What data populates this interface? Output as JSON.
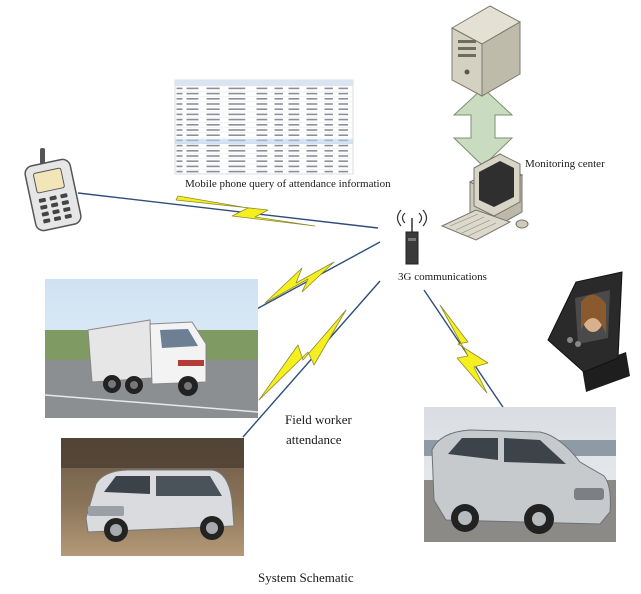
{
  "labels": {
    "monitoring_center": "Monitoring center",
    "mobile_query": "Mobile phone query of attendance information",
    "communications": "3G communications",
    "field_worker_line1": "Field worker",
    "field_worker_line2": "attendance",
    "caption": "System Schematic"
  },
  "icons": {
    "server": "server-icon",
    "computer": "computer-icon",
    "phone": "mobile-phone-icon",
    "antenna": "antenna-icon",
    "terminal": "face-recognition-terminal-icon",
    "arrow": "double-arrow-icon",
    "lightning": "lightning-bolt-icon"
  },
  "colors": {
    "lightning": "#f5ef1f",
    "link_line": "#2e4d7a",
    "arrow": "#c9dcc0"
  }
}
